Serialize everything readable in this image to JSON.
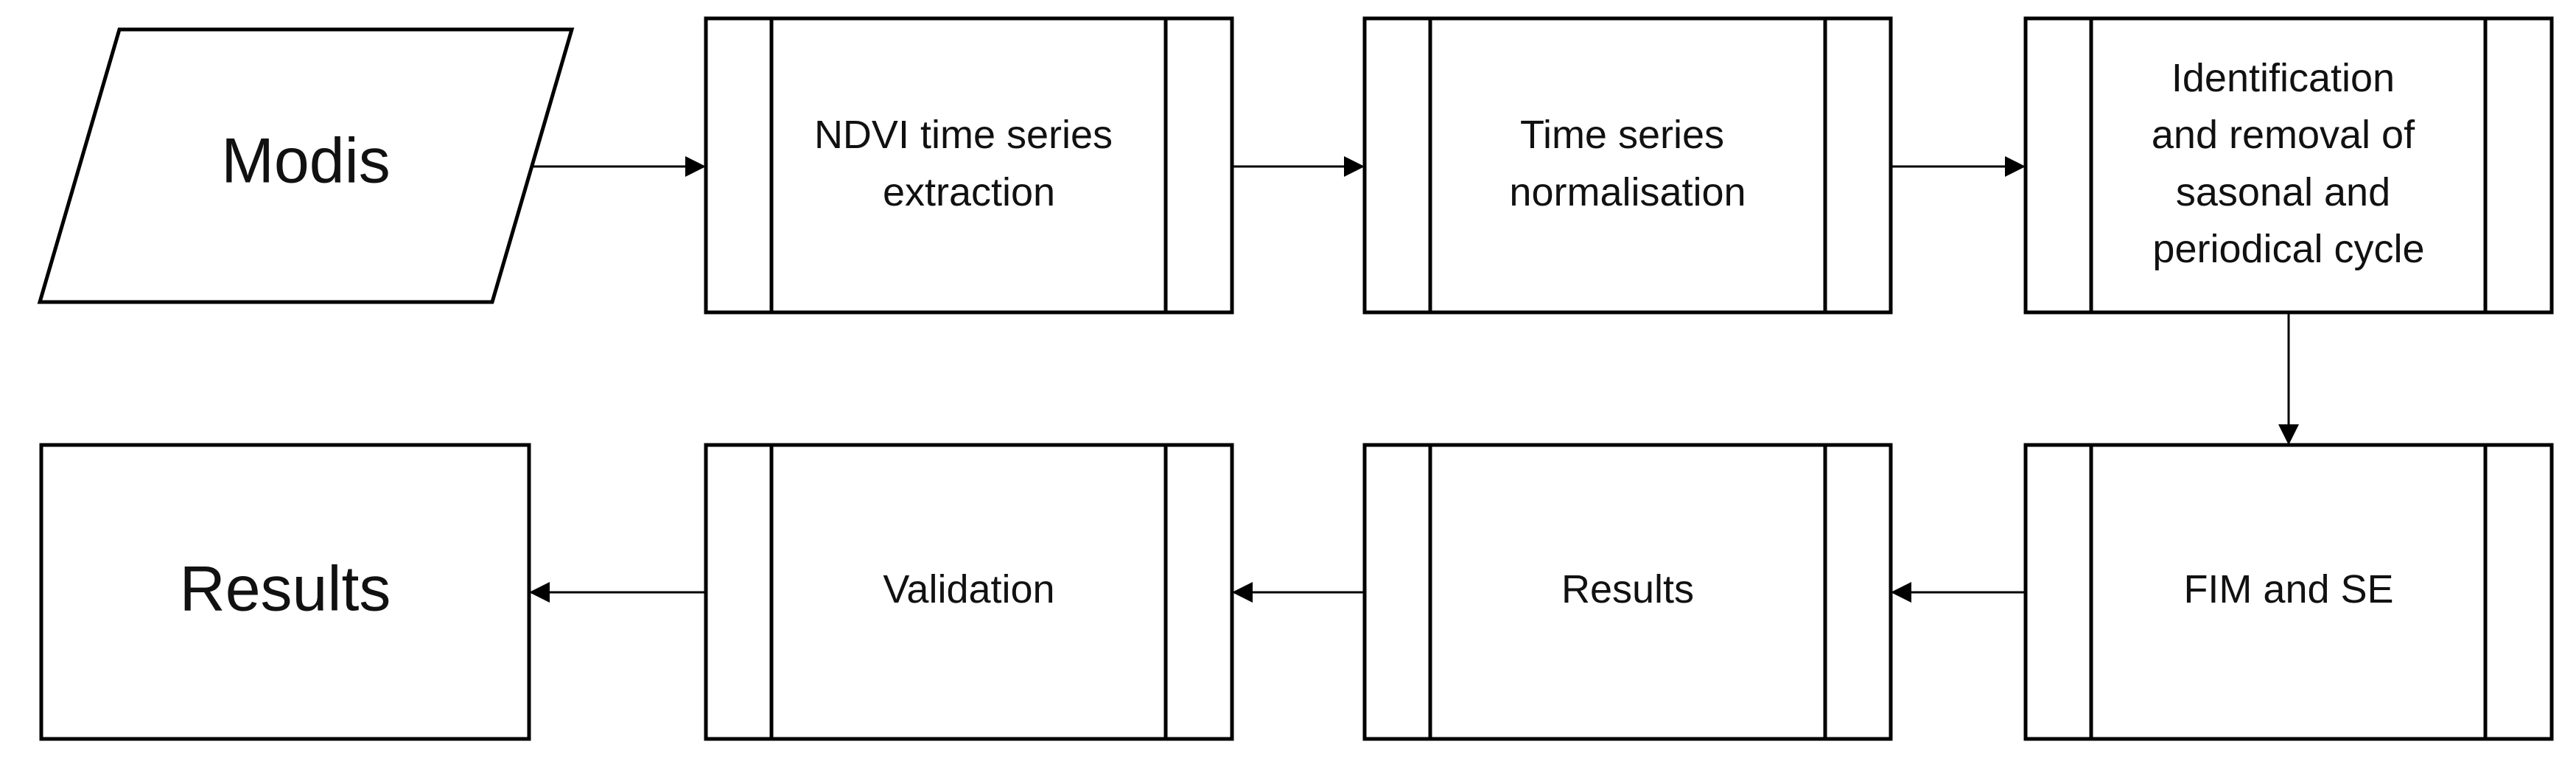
{
  "flowchart": {
    "input": {
      "label": "Modis",
      "shape": "parallelogram"
    },
    "steps": [
      {
        "id": "step-ndvi",
        "lines": [
          "NDVI time series",
          "extraction"
        ],
        "shape": "predefined-process"
      },
      {
        "id": "step-normalisation",
        "lines": [
          "Time series",
          "normalisation"
        ],
        "shape": "predefined-process"
      },
      {
        "id": "step-seasonal",
        "lines": [
          "Identification",
          "and removal of",
          "sasonal and",
          "periodical cycle"
        ],
        "shape": "predefined-process"
      },
      {
        "id": "step-fim",
        "lines": [
          "FIM and SE"
        ],
        "shape": "predefined-process"
      },
      {
        "id": "step-results",
        "lines": [
          "Results"
        ],
        "shape": "predefined-process"
      },
      {
        "id": "step-validation",
        "lines": [
          "Validation"
        ],
        "shape": "predefined-process"
      }
    ],
    "output": {
      "label": "Results",
      "shape": "rectangle"
    },
    "connections": [
      {
        "from": "input",
        "to": "step-ndvi"
      },
      {
        "from": "step-ndvi",
        "to": "step-normalisation"
      },
      {
        "from": "step-normalisation",
        "to": "step-seasonal"
      },
      {
        "from": "step-seasonal",
        "to": "step-fim"
      },
      {
        "from": "step-fim",
        "to": "step-results"
      },
      {
        "from": "step-results",
        "to": "step-validation"
      },
      {
        "from": "step-validation",
        "to": "output"
      }
    ]
  }
}
